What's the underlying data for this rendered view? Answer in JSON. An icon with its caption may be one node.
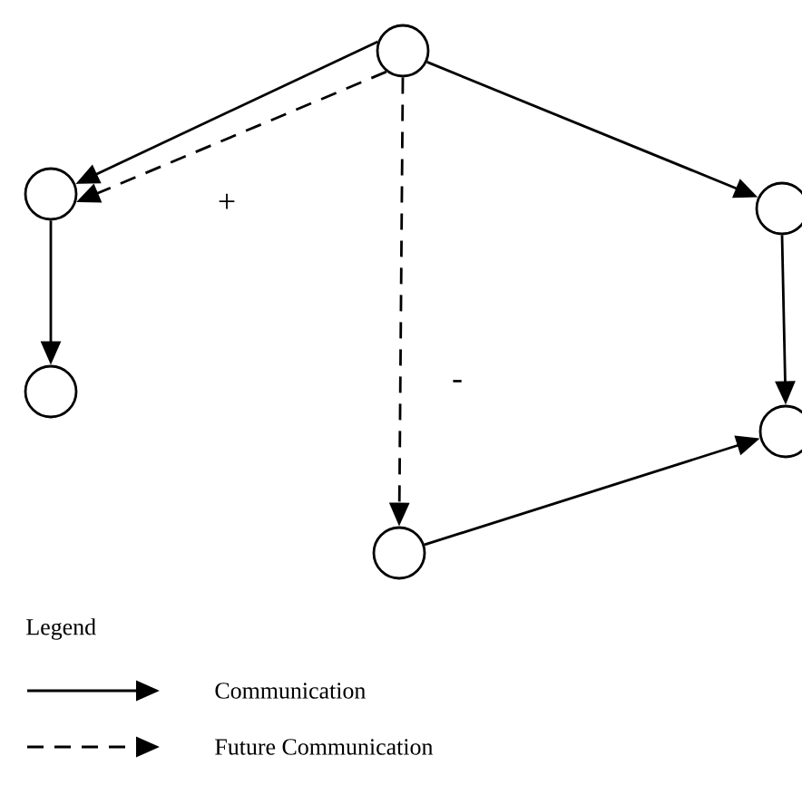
{
  "diagram": {
    "nodes": [
      {
        "text": [],
        "shape": "circle"
      },
      {
        "text": [],
        "shape": "circle"
      },
      {
        "text": [],
        "shape": "circle"
      },
      {
        "text": [],
        "shape": "circle"
      },
      {
        "text": [],
        "shape": "circle"
      },
      {
        "text": [],
        "shape": "circle"
      }
    ],
    "edges": [
      {
        "from": 0,
        "to": 1,
        "arrow": "to"
      },
      {
        "from": 0,
        "to": 1,
        "arrow": "to",
        "style": "dashed",
        "label": "+"
      },
      {
        "from": 0,
        "to": 3,
        "arrow": "to"
      },
      {
        "from": 0,
        "to": 5,
        "arrow": "to",
        "style": "dashed",
        "label": "-"
      },
      {
        "from": 1,
        "to": 2,
        "arrow": "to"
      },
      {
        "from": 3,
        "to": 4,
        "arrow": "to"
      },
      {
        "from": 5,
        "to": 4,
        "arrow": "to"
      }
    ],
    "labels": [
      "Legend"
    ],
    "legend": [
      {
        "text": "Communication"
      },
      {
        "text": "Future Communication"
      }
    ]
  }
}
